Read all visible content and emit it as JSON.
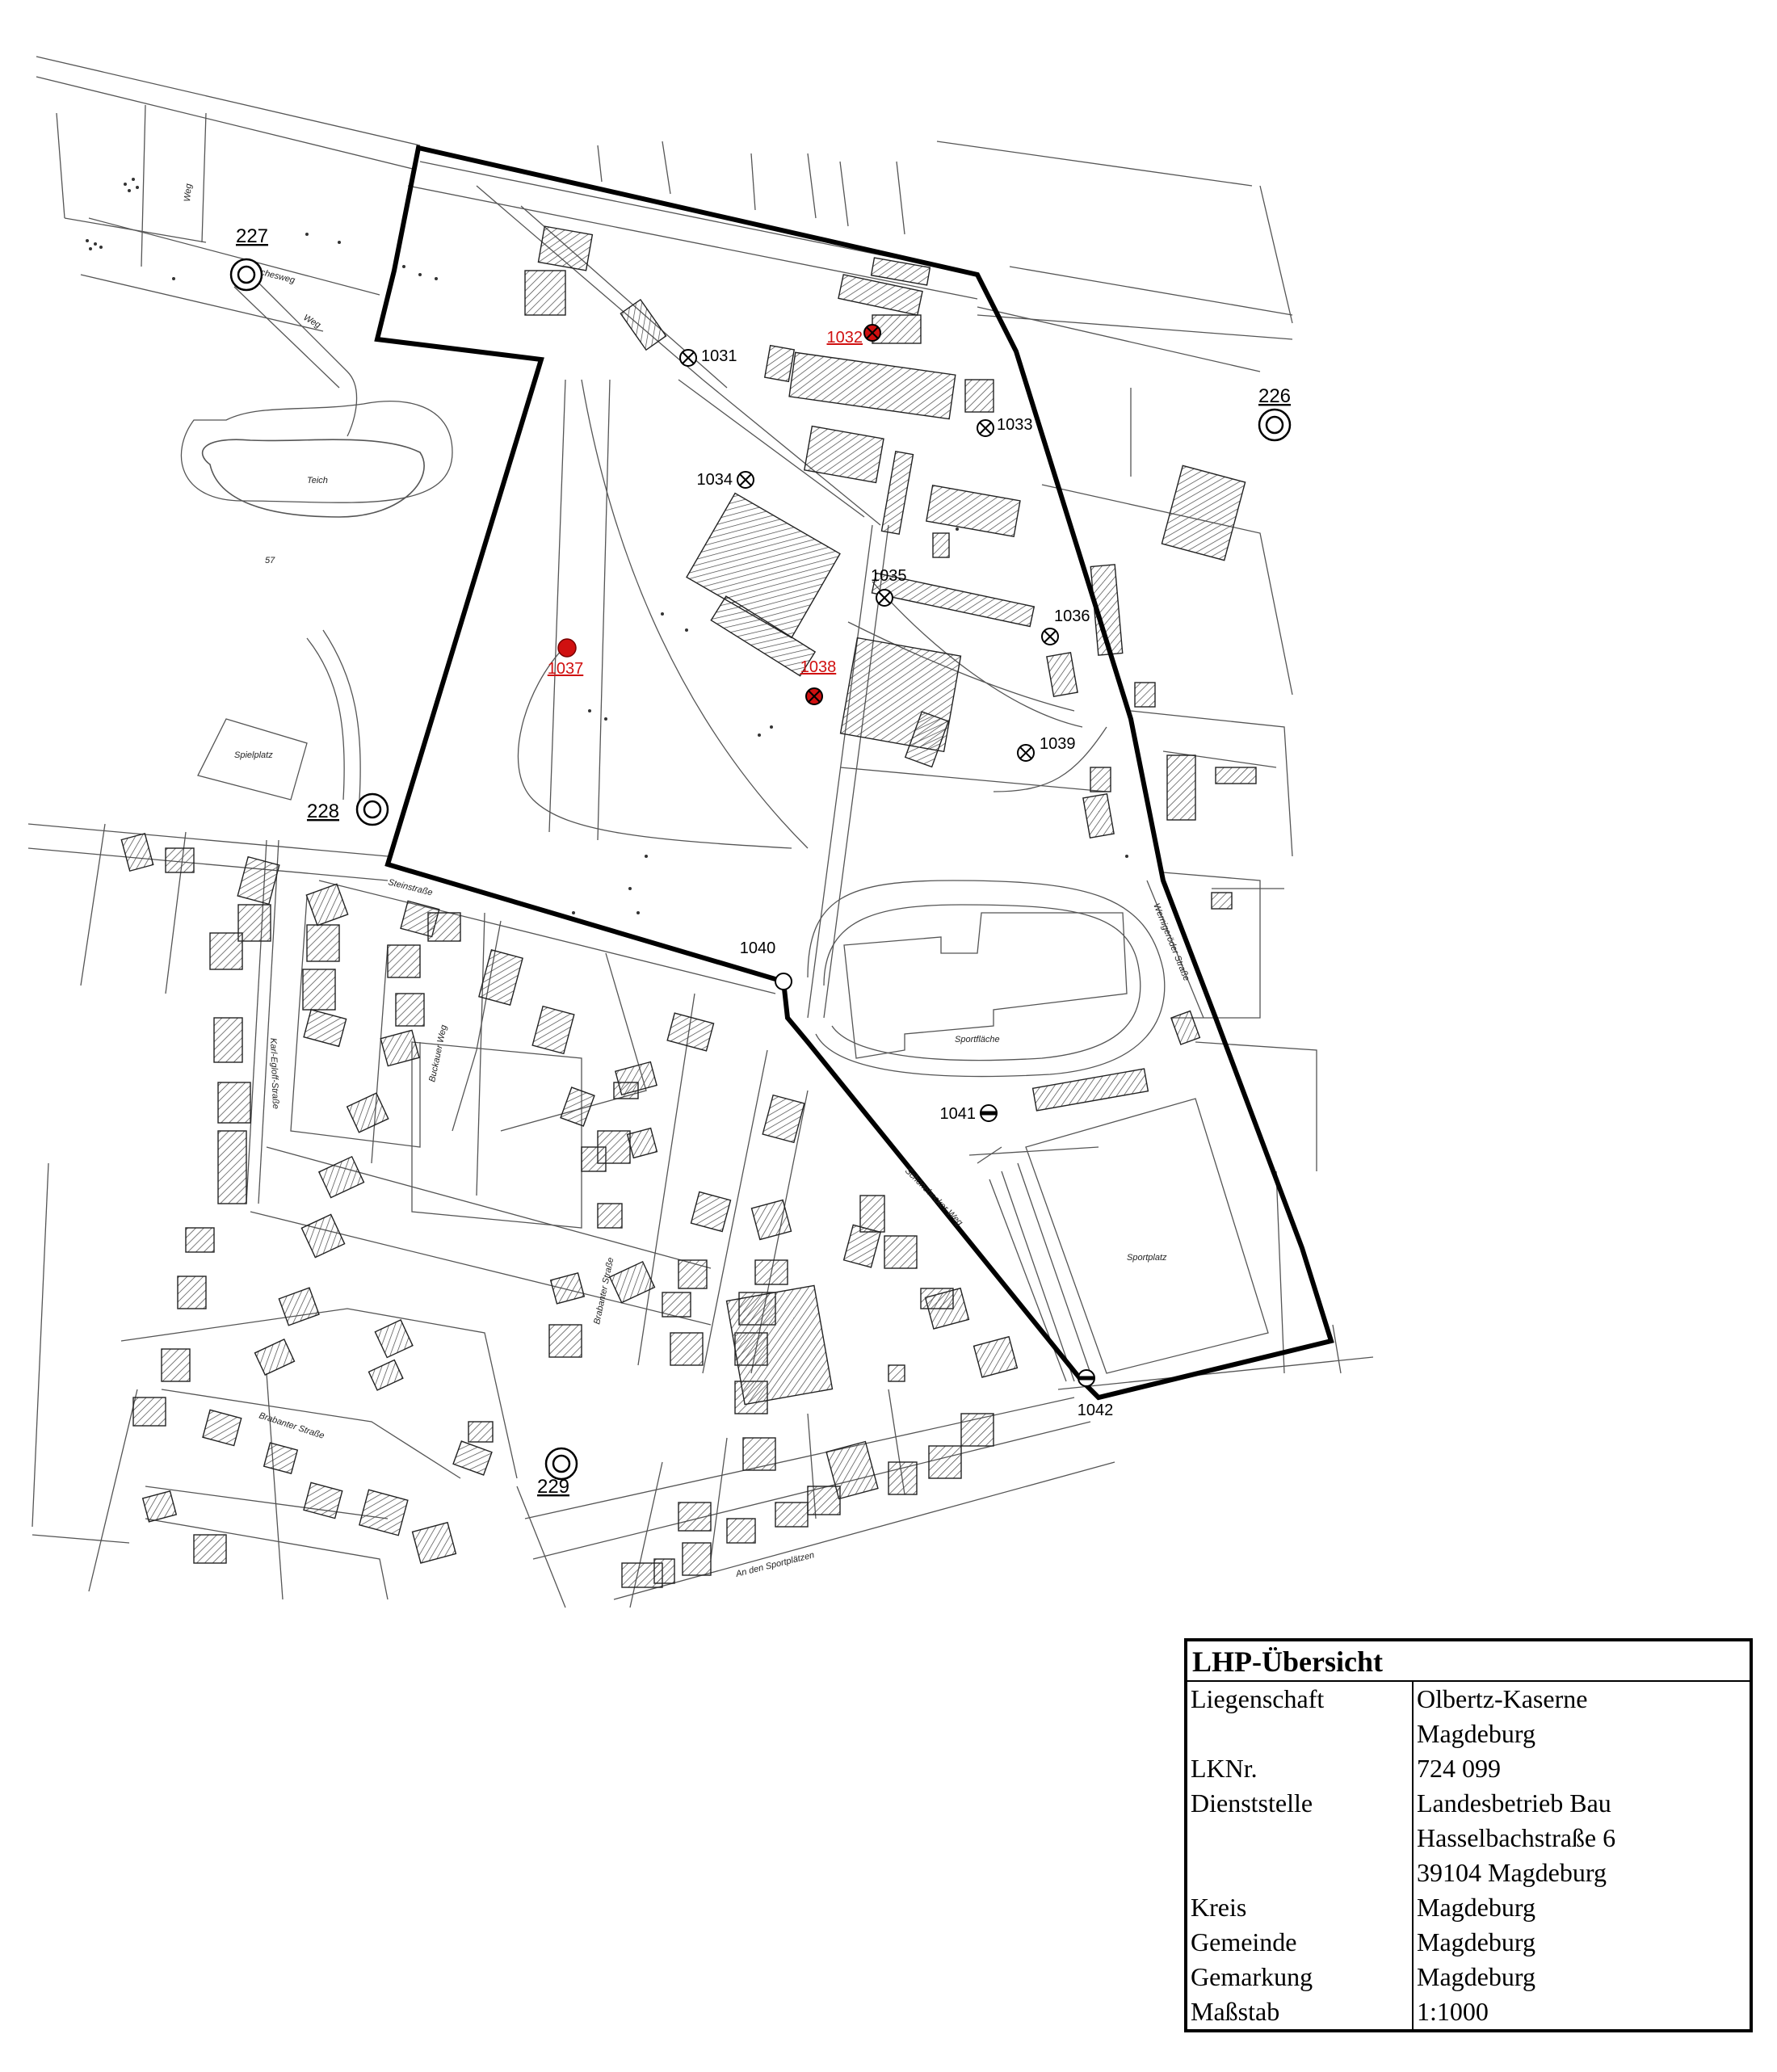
{
  "map": {
    "points": [
      {
        "id": "1031",
        "type": "cross",
        "status": "normal"
      },
      {
        "id": "1032",
        "type": "cross",
        "status": "red"
      },
      {
        "id": "1033",
        "type": "cross",
        "status": "normal"
      },
      {
        "id": "1034",
        "type": "cross",
        "status": "normal"
      },
      {
        "id": "1035",
        "type": "cross",
        "status": "normal"
      },
      {
        "id": "1036",
        "type": "cross",
        "status": "normal"
      },
      {
        "id": "1037",
        "type": "dot",
        "status": "red"
      },
      {
        "id": "1038",
        "type": "cross",
        "status": "red"
      },
      {
        "id": "1039",
        "type": "cross",
        "status": "normal"
      },
      {
        "id": "1040",
        "type": "open",
        "status": "normal"
      },
      {
        "id": "1041",
        "type": "minus",
        "status": "normal"
      },
      {
        "id": "1042",
        "type": "minus",
        "status": "normal"
      }
    ],
    "reference_points": [
      "226",
      "227",
      "228",
      "229"
    ],
    "labels": {
      "teich": "Teich",
      "spielplatz_small": "Spielplatz",
      "sportflaeche": "Sportfläche",
      "sportplatz": "Sportplatz",
      "steinstrasse": "Steinstraße",
      "hermsdorfer": "Wernigeröder Straße",
      "karl": "Karl-Egloff-Straße",
      "brabanter": "Brabanter Straße",
      "brabanter2": "Brabanter Straße",
      "buckauer": "Buckauer Weg",
      "schoenebecker": "Schönebecker Weg",
      "an_den_sportplaetzen": "An den Sportplätzen",
      "weg": "Weg",
      "weg2": "Weg",
      "gesweg": "chesweg",
      "num57": "57"
    },
    "colors": {
      "red": "#d01010",
      "line": "#000000",
      "hatch": "#444444"
    }
  },
  "legend": {
    "title": "LHP-Übersicht",
    "rows": [
      {
        "key": "Liegenschaft",
        "value": "Olbertz-Kaserne"
      },
      {
        "key": "",
        "value": "Magdeburg"
      },
      {
        "key": "LKNr.",
        "value": "724 099"
      },
      {
        "key": "Dienststelle",
        "value": "Landesbetrieb Bau"
      },
      {
        "key": "",
        "value": "Hasselbachstraße 6"
      },
      {
        "key": "",
        "value": "39104 Magdeburg"
      },
      {
        "key": "Kreis",
        "value": "Magdeburg"
      },
      {
        "key": "Gemeinde",
        "value": "Magdeburg"
      },
      {
        "key": "Gemarkung",
        "value": "Magdeburg"
      },
      {
        "key": "Maßstab",
        "value": "1:1000"
      }
    ]
  }
}
